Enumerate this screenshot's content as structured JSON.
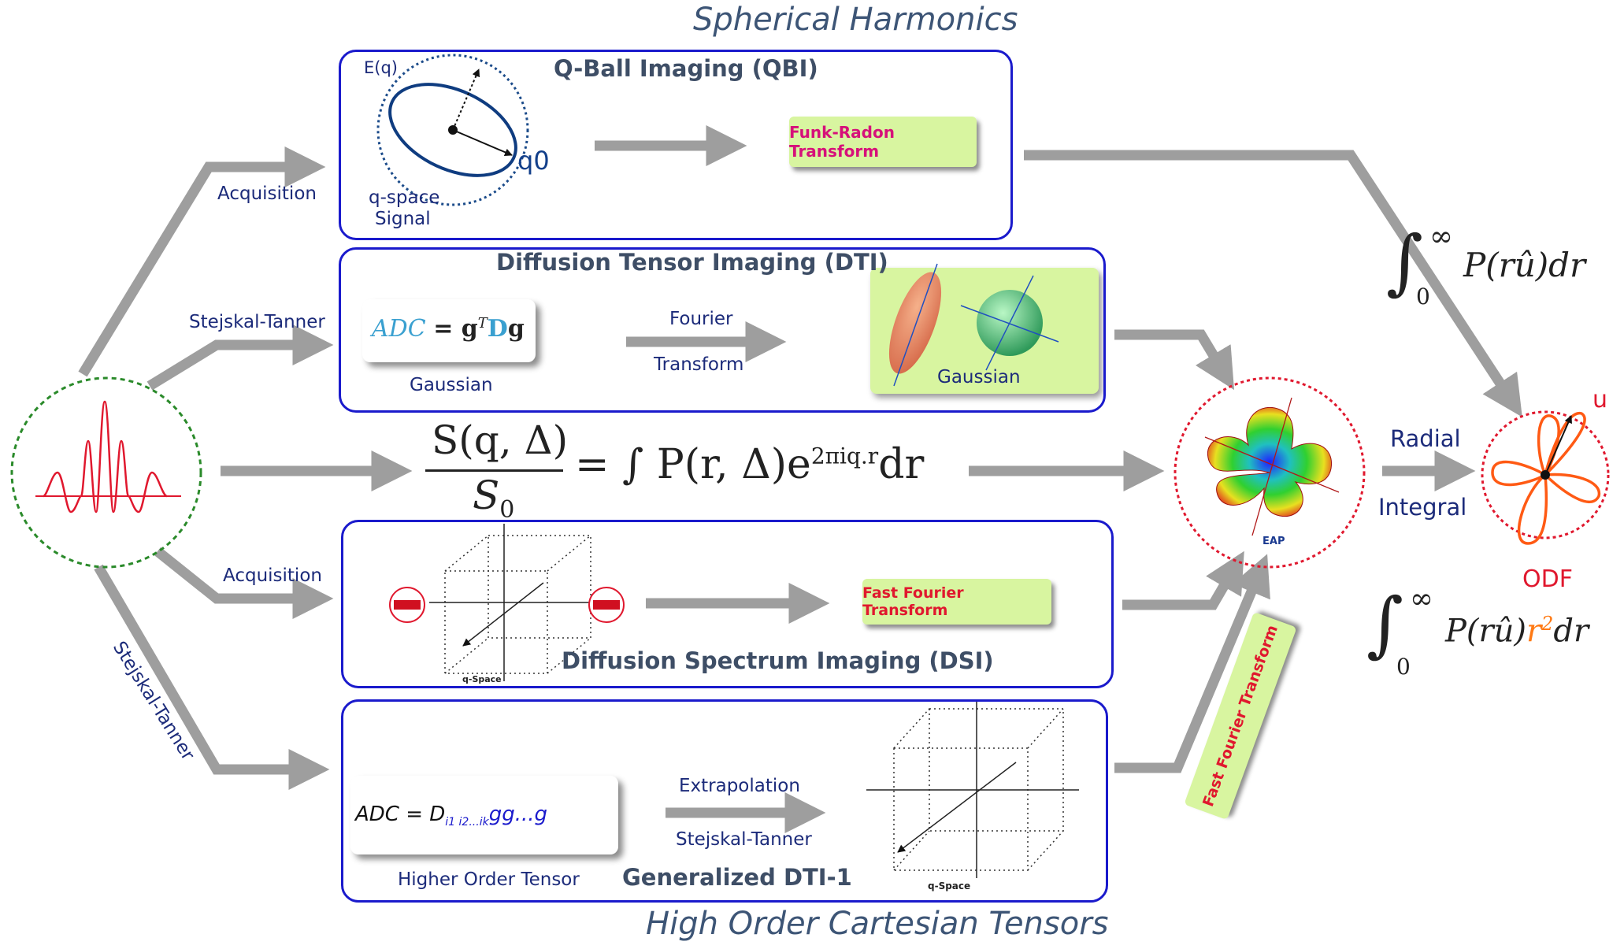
{
  "headings": {
    "top": "Spherical Harmonics",
    "bottom": "High Order Cartesian Tensors"
  },
  "qbi": {
    "title": "Q-Ball Imaging (QBI)",
    "eq_label": "E(q)",
    "q0_label": "q0",
    "signal_label_1": "q-space",
    "signal_label_2": "Signal",
    "transform": "Funk-Radon Transform"
  },
  "dti": {
    "title": "Diffusion Tensor Imaging (DTI)",
    "formula_lhs": "ADC",
    "formula_rhs": "= g",
    "formula_sup": "T",
    "formula_d": "D",
    "formula_g": "g",
    "gaussian_label": "Gaussian",
    "arrow_top": "Fourier",
    "arrow_bottom": "Transform",
    "image_label": "Gaussian"
  },
  "signal_equation": {
    "num": "S(q, Δ)",
    "den": "S",
    "den_sub": "0",
    "rhs": "= ∫ P(r, Δ)e",
    "rhs_sup": "2πiq.r",
    "rhs_end": "dr"
  },
  "dsi": {
    "title": "Diffusion Spectrum Imaging (DSI)",
    "transform": "Fast Fourier Transform",
    "axis_label": "q-Space"
  },
  "gdti": {
    "title": "Generalized DTI-1",
    "formula": "ADC = D",
    "formula_sub": "i1 i2...ik",
    "formula_rest": "g",
    "formula_tail": "g",
    "formula_end": "...g",
    "label": "Higher Order Tensor",
    "arrow_top": "Extrapolation",
    "arrow_bottom": "Stejskal-Tanner",
    "axis_label": "q-Space"
  },
  "left_labels": {
    "acq_top": "Acquisition",
    "st_top": "Stejskal-Tanner",
    "acq_bottom": "Acquisition",
    "st_bottom": "Stejskal-Tanner"
  },
  "eap_label": "EAP",
  "rotated_fft": "Fast Fourier Transform",
  "radial": "Radial",
  "integral": "Integral",
  "odf_label": "ODF",
  "u_label": "u",
  "integral_top": {
    "lower": "0",
    "upper": "∞",
    "body": "P(rû)dr"
  },
  "integral_bottom": {
    "lower": "0",
    "upper": "∞",
    "body_a": "P(rû)",
    "r2": "r",
    "r2_sup": "2",
    "body_b": "dr"
  },
  "colors": {
    "panel_border": "#1a1acc",
    "arrow_gray": "#9e9e9e",
    "green_box": "#d8f5a0",
    "funk_text": "#d6107a",
    "fft_text": "#e0182e",
    "odf_red": "#e0182e",
    "odf_orange": "#ff5a14"
  }
}
